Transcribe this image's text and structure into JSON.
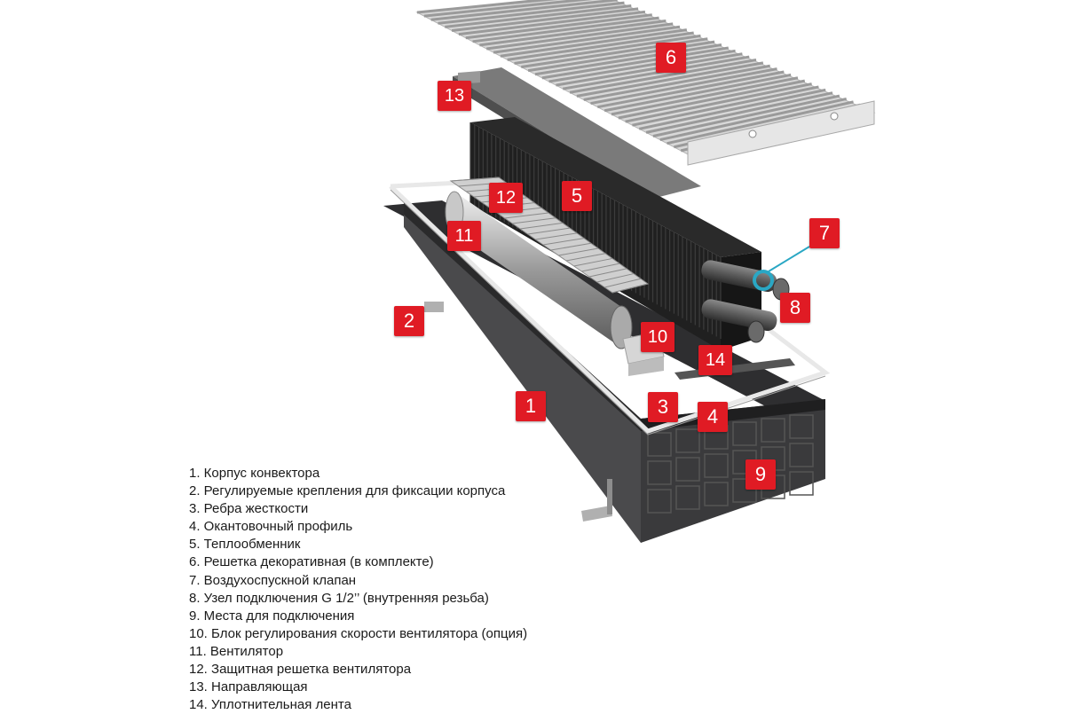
{
  "callouts": {
    "c1": "1",
    "c2": "2",
    "c3": "3",
    "c4": "4",
    "c5": "5",
    "c6": "6",
    "c7": "7",
    "c8": "8",
    "c9": "9",
    "c10": "10",
    "c11": "11",
    "c12": "12",
    "c13": "13",
    "c14": "14"
  },
  "legend": [
    "1. Корпус конвектора",
    "2. Регулируемые крепления для фиксации корпуса",
    "3. Ребра жесткости",
    "4. Окантовочный профиль",
    "5. Теплообменник",
    "6. Решетка декоративная (в комплекте)",
    "7. Воздухоспускной клапан",
    "8. Узел подключения G 1/2’’ (внутренняя резьба)",
    "9. Места для подключения",
    "10. Блок регулирования скорости вентилятора (опция)",
    "11. Вентилятор",
    "12. Защитная решетка вентилятора",
    "13. Направляющая",
    "14. Уплотнительная лента"
  ],
  "colors": {
    "callout": "#e01b24",
    "housing": "#3a3a3c",
    "valve": "#2aa7c4"
  }
}
